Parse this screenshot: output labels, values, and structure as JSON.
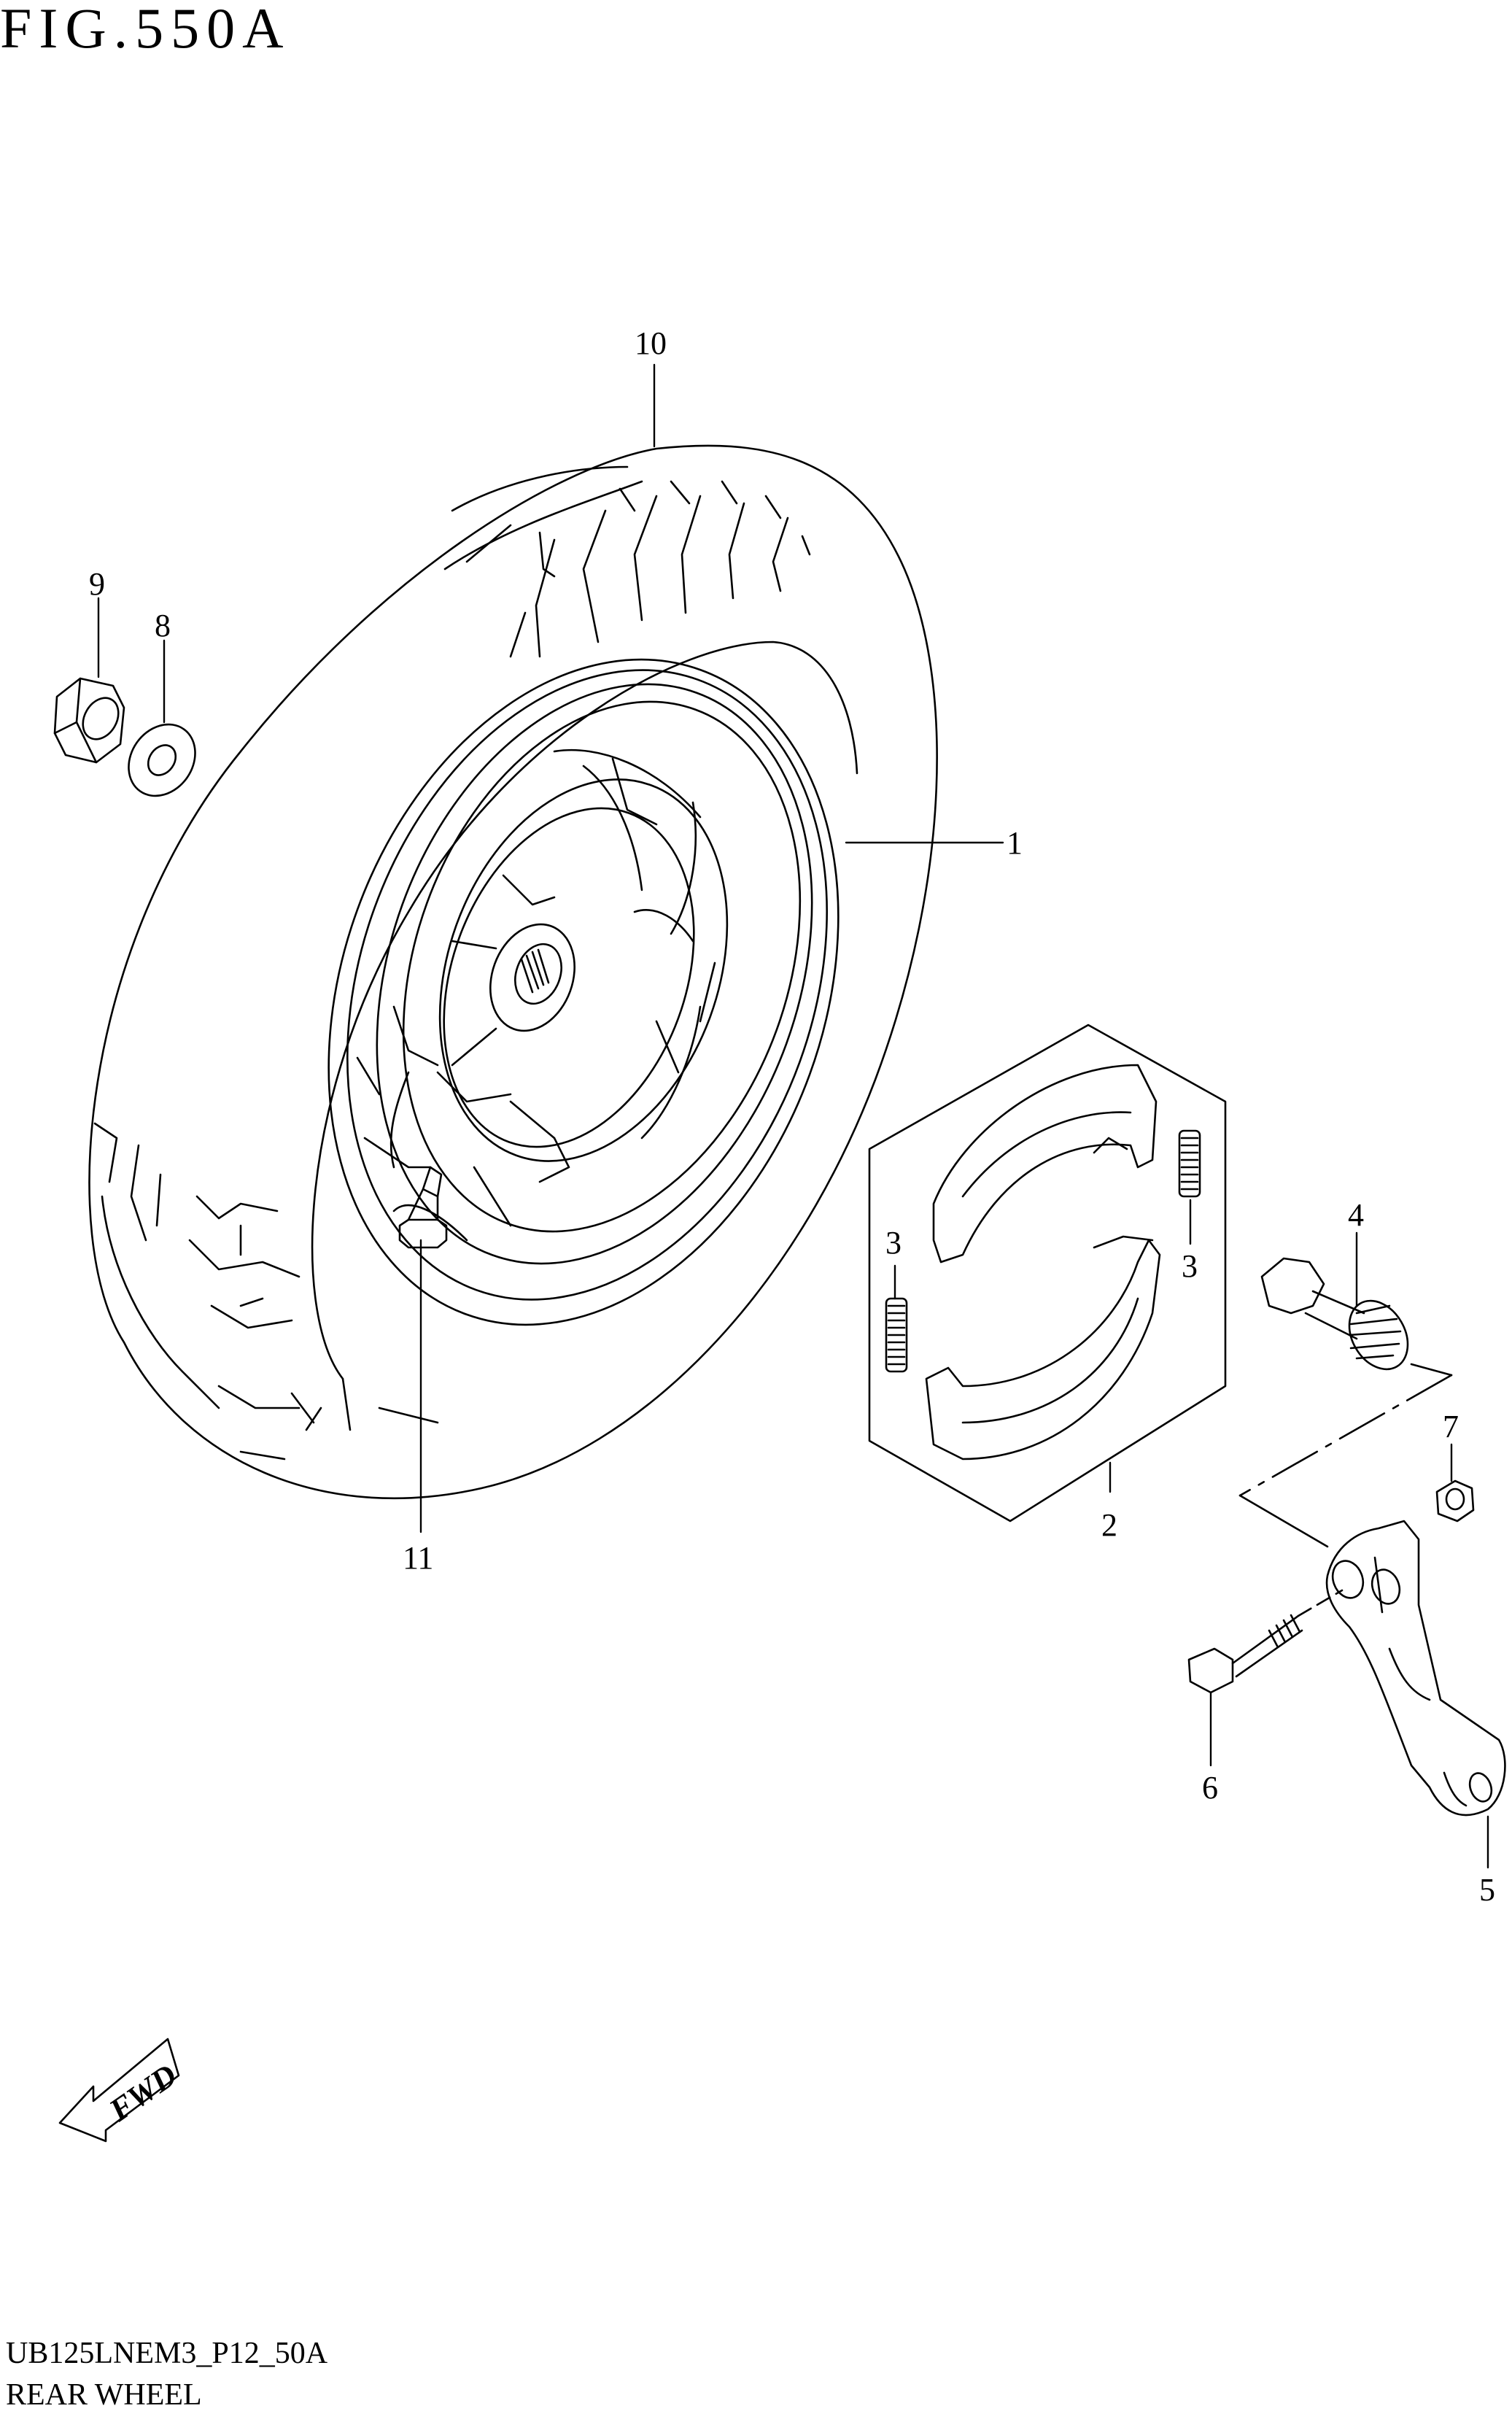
{
  "figure": {
    "title": "FIG.550A",
    "code": "UB125LNEM3_P12_50A",
    "name": "REAR WHEEL"
  },
  "callouts": {
    "c1": "1",
    "c2": "2",
    "c3a": "3",
    "c3b": "3",
    "c4": "4",
    "c5": "5",
    "c6": "6",
    "c7": "7",
    "c8": "8",
    "c9": "9",
    "c10": "10",
    "c11": "11"
  },
  "fwd_arrow": {
    "label": "FWD"
  },
  "colors": {
    "line": "#000000",
    "background": "#ffffff"
  }
}
